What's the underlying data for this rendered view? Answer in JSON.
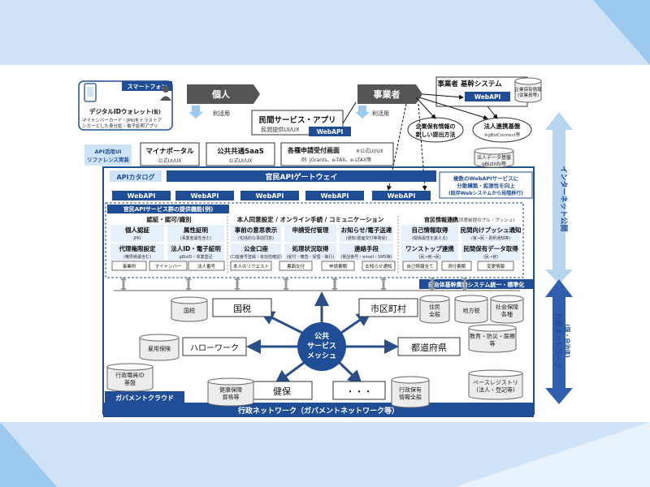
{
  "smartphone": {
    "label": "スマートフォン",
    "wallet_title": "デジタルIDウォレット",
    "wallet_title_suffix": "(仮)",
    "wallet_line1": "マイナンバーカード・JPKIをトラストア",
    "wallet_line2": "ンカーとした身分証・電子証明アプリ"
  },
  "actors": {
    "individual": "個人",
    "business": "事業者",
    "use1": "利活用",
    "use2": "利活用"
  },
  "private_app": {
    "title": "民間サービス・アプリ",
    "sub": "民間提供UI/UX",
    "webapi": "WebAPI"
  },
  "business_system": {
    "title": "事業者 基幹システム",
    "sub": "企業保有情報",
    "sub2": "(従業員等)",
    "webapi": "WebAPI"
  },
  "callout1": {
    "line1": "企業保有情報の",
    "line2": "新しい提出方法"
  },
  "callout2": {
    "line1": "法人連携基盤",
    "line2": "※gBizConnect等"
  },
  "corp_data": {
    "line1": "法人データ基盤",
    "line2": "gBizInfo等"
  },
  "ui_ref": {
    "line1": "API活用UI",
    "line2": "リファレンス実装"
  },
  "portals": [
    {
      "title": "マイナポータル",
      "sub": "公式UI/UX"
    },
    {
      "title": "公共共通SaaS",
      "sub": "公式UI/UX"
    },
    {
      "title": "各種申請受付画面",
      "note": "※公式UI/UX",
      "sub": "例: jGrants、e-TAX、e-LTAX等"
    }
  ],
  "api_catalog": "APIカタログ",
  "gateway": "官民APIゲートウェイ",
  "gateway_note": {
    "line1": "複数のWebAPIサービスに",
    "line2": "分散構築・拡張性を向上",
    "line3": "(既存Webシステムから段階移行)"
  },
  "webapis": [
    "WebAPI",
    "WebAPI",
    "WebAPI",
    "WebAPI",
    "WebAPI"
  ],
  "services_header": "官民APIサービス群の提供機能(例)",
  "groups": [
    {
      "title": "認証・認可/識別"
    },
    {
      "title": "本人同意設定 / オンライン手続 / コミュニケーション"
    },
    {
      "title": "官民情報連携",
      "note": "(本人同意前提のプル・プッシュ)"
    }
  ],
  "func_items": [
    {
      "title": "個人認証",
      "sub": "JPKI"
    },
    {
      "title": "属性証明",
      "sub": "(事業者属性含む)"
    },
    {
      "title": "代理権限設定",
      "sub": "(権限移譲含む)"
    },
    {
      "title": "法人ID・電子証明",
      "sub": "gBizID・商業登記"
    },
    {
      "title": "事前の意思表示",
      "sub": "(包括的な事前同意)"
    },
    {
      "title": "公金口座",
      "sub": "(口座番号登録・有効性確認)"
    },
    {
      "title": "申請受付管理",
      "sub": ""
    },
    {
      "title": "処理状況取得",
      "sub": "(受付・審査・受理・執行)"
    },
    {
      "title": "お知らせ/電子送達",
      "sub": "(通知/書面交付等発受)"
    },
    {
      "title": "連絡手段",
      "sub": "(電話番号・email・SMS等)"
    },
    {
      "title": "自己情報取得",
      "sub": "(関係属性を扱える)"
    },
    {
      "title": "ワンストップ連携",
      "sub": "(民→官→民)"
    },
    {
      "title": "民間向けプッシュ通知",
      "sub": "(官→民・更新通知等)"
    },
    {
      "title": "民間保有データ取得",
      "sub": "(民→官)"
    }
  ],
  "small_tags": [
    "事業所",
    "マイナンバー",
    "法人番号",
    "本人のリクエスト",
    "書面交付",
    "申請書類",
    "お知らせ通知",
    "自己情報全て",
    "添付書類",
    "変更情報"
  ],
  "municipal_label": "自治体基幹業務システム統一・標準化",
  "hub": {
    "line1": "公共",
    "line2": "サービス",
    "line3": "メッシュ"
  },
  "nodes": {
    "kokuzei": "国税",
    "municipal": "市区町村",
    "hello_work": "ハローワーク",
    "prefecture": "都道府県",
    "kenpo": "健保",
    "dots": "・・・"
  },
  "dbs": {
    "kokuzei": "国税",
    "koyo": "雇用保険",
    "jumin1": "住民",
    "jumin2": "全般",
    "chihozei": "地方税",
    "shakai1": "社会保障",
    "shakai2": "各種",
    "edu1": "教育・防災・医療",
    "edu2": "等",
    "kenko1": "健康保険",
    "kenko2": "資格等",
    "gyosei1": "行政保有",
    "gyosei2": "情報全般",
    "gyosei_id1": "行政職員ID",
    "gyosei_id2": "基盤",
    "base1": "ベースレジストリ",
    "base2": "(法人・登記等)"
  },
  "gov_cloud": "ガバメントクラウド",
  "gov_network": "行政ネットワーク（ガバメントネットワーク等）",
  "internet_label": "インターネット公開",
  "admin_net_label": "行政ネットワーク",
  "admin_net_sub": "(国・自治体)"
}
